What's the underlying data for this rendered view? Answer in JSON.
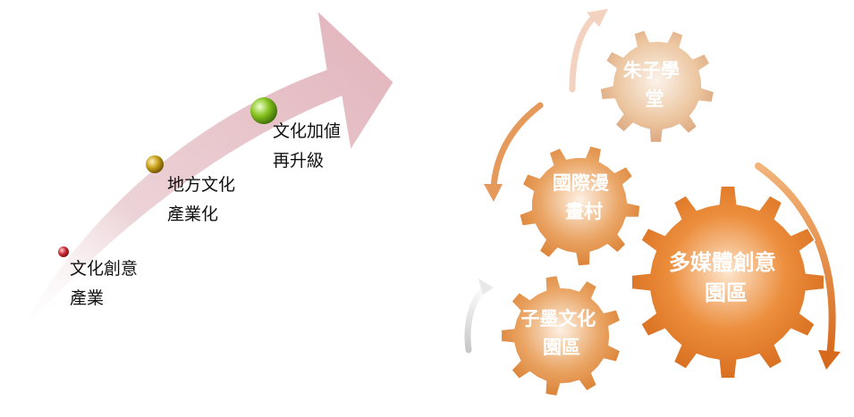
{
  "growth_arrow": {
    "steps": [
      {
        "lines": [
          "文化創意",
          "產業"
        ],
        "dot_color": "#c0202a"
      },
      {
        "lines": [
          "地方文化",
          "產業化"
        ],
        "dot_color": "#c9a21a"
      },
      {
        "lines": [
          "文化加値",
          "再升級"
        ],
        "dot_color": "#86c21f"
      }
    ],
    "arrow_color": "#e7c3c9"
  },
  "gear_cycle": {
    "gears": [
      {
        "lines": [
          "朱子學",
          "堂"
        ]
      },
      {
        "lines": [
          "國際漫",
          "畫村"
        ]
      },
      {
        "lines": [
          "多媒體創意",
          "園區"
        ]
      },
      {
        "lines": [
          "子墨文化",
          "園區"
        ]
      }
    ],
    "gear_color": "#e8893a",
    "gear_color_light": "#f0c49a"
  }
}
